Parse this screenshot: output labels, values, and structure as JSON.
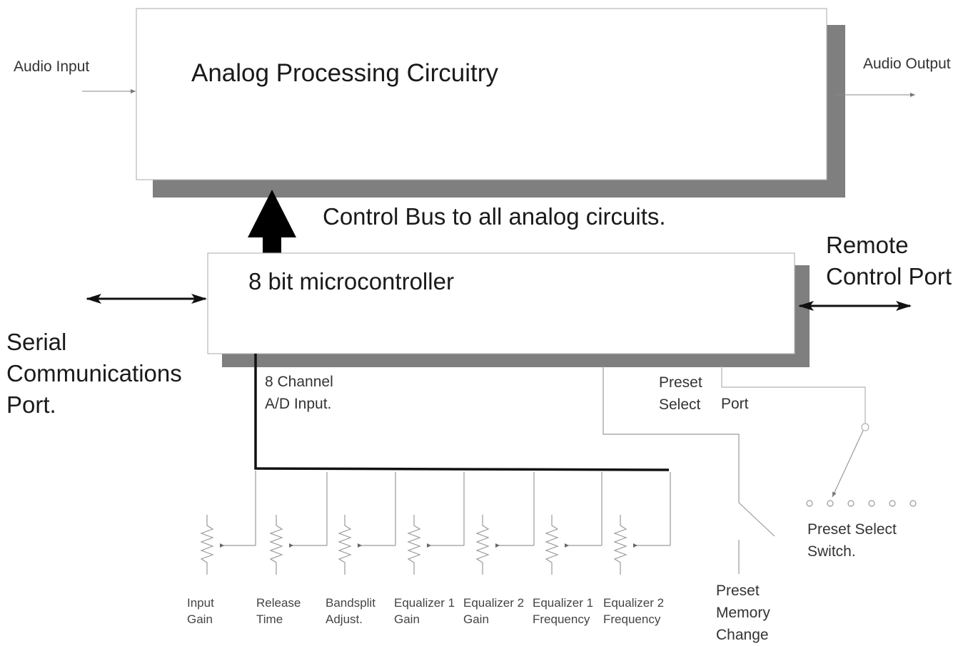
{
  "labels": {
    "audio_input": "Audio Input",
    "audio_output": "Audio Output",
    "analog_block": "Analog Processing Circuitry",
    "control_bus": "Control Bus to all analog circuits.",
    "micro_block": "8 bit microcontroller",
    "remote_port": [
      "Remote",
      "Control Port"
    ],
    "serial_port": [
      "Serial",
      "Communications",
      "Port."
    ],
    "ad_input": [
      "8 Channel",
      "A/D Input."
    ],
    "preset_select": [
      "Preset",
      "Select"
    ],
    "preset_port": "Port",
    "preset_switch": [
      "Preset Select",
      "Switch."
    ],
    "preset_memory": [
      "Preset",
      "Memory",
      "Change"
    ]
  },
  "controls": [
    {
      "label": [
        "Input",
        "Gain"
      ]
    },
    {
      "label": [
        "Release",
        "Time"
      ]
    },
    {
      "label": [
        "Bandsplit",
        "Adjust."
      ]
    },
    {
      "label": [
        "Equalizer 1",
        "Gain"
      ]
    },
    {
      "label": [
        "Equalizer 2",
        "Gain"
      ]
    },
    {
      "label": [
        "Equalizer 1",
        "Frequency"
      ]
    },
    {
      "label": [
        "Equalizer 2",
        "Frequency"
      ]
    }
  ],
  "colors": {
    "shadow": "#7f7f7f",
    "box_border": "#b8b8b8",
    "bus": "#111111",
    "thin_line": "#9a9a9a"
  }
}
